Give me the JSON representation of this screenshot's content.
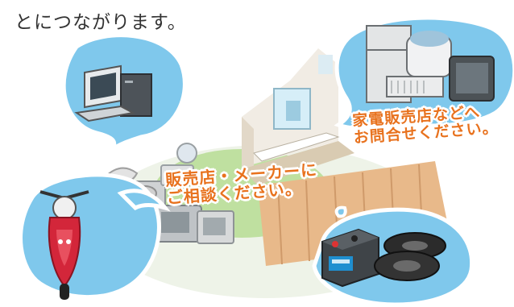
{
  "intro": {
    "text": "とにつながります。"
  },
  "callouts": {
    "home_appliance": {
      "line1": "家電販売店などへ",
      "line2": "お問合せください。"
    },
    "maker": {
      "line1": "販売店・メーカーに",
      "line2": "ご相談ください。"
    }
  },
  "bubbles": [
    {
      "name": "computer",
      "icon": "computer-icon"
    },
    {
      "name": "appliances",
      "icon": "appliances-icon"
    },
    {
      "name": "motorcycle",
      "icon": "motorcycle-icon"
    },
    {
      "name": "battery-tires",
      "icon": "battery-tires-icon"
    }
  ],
  "colors": {
    "bubble_blue": "#7fc8ec",
    "label_orange": "#e8721e",
    "text_dark": "#333333"
  }
}
